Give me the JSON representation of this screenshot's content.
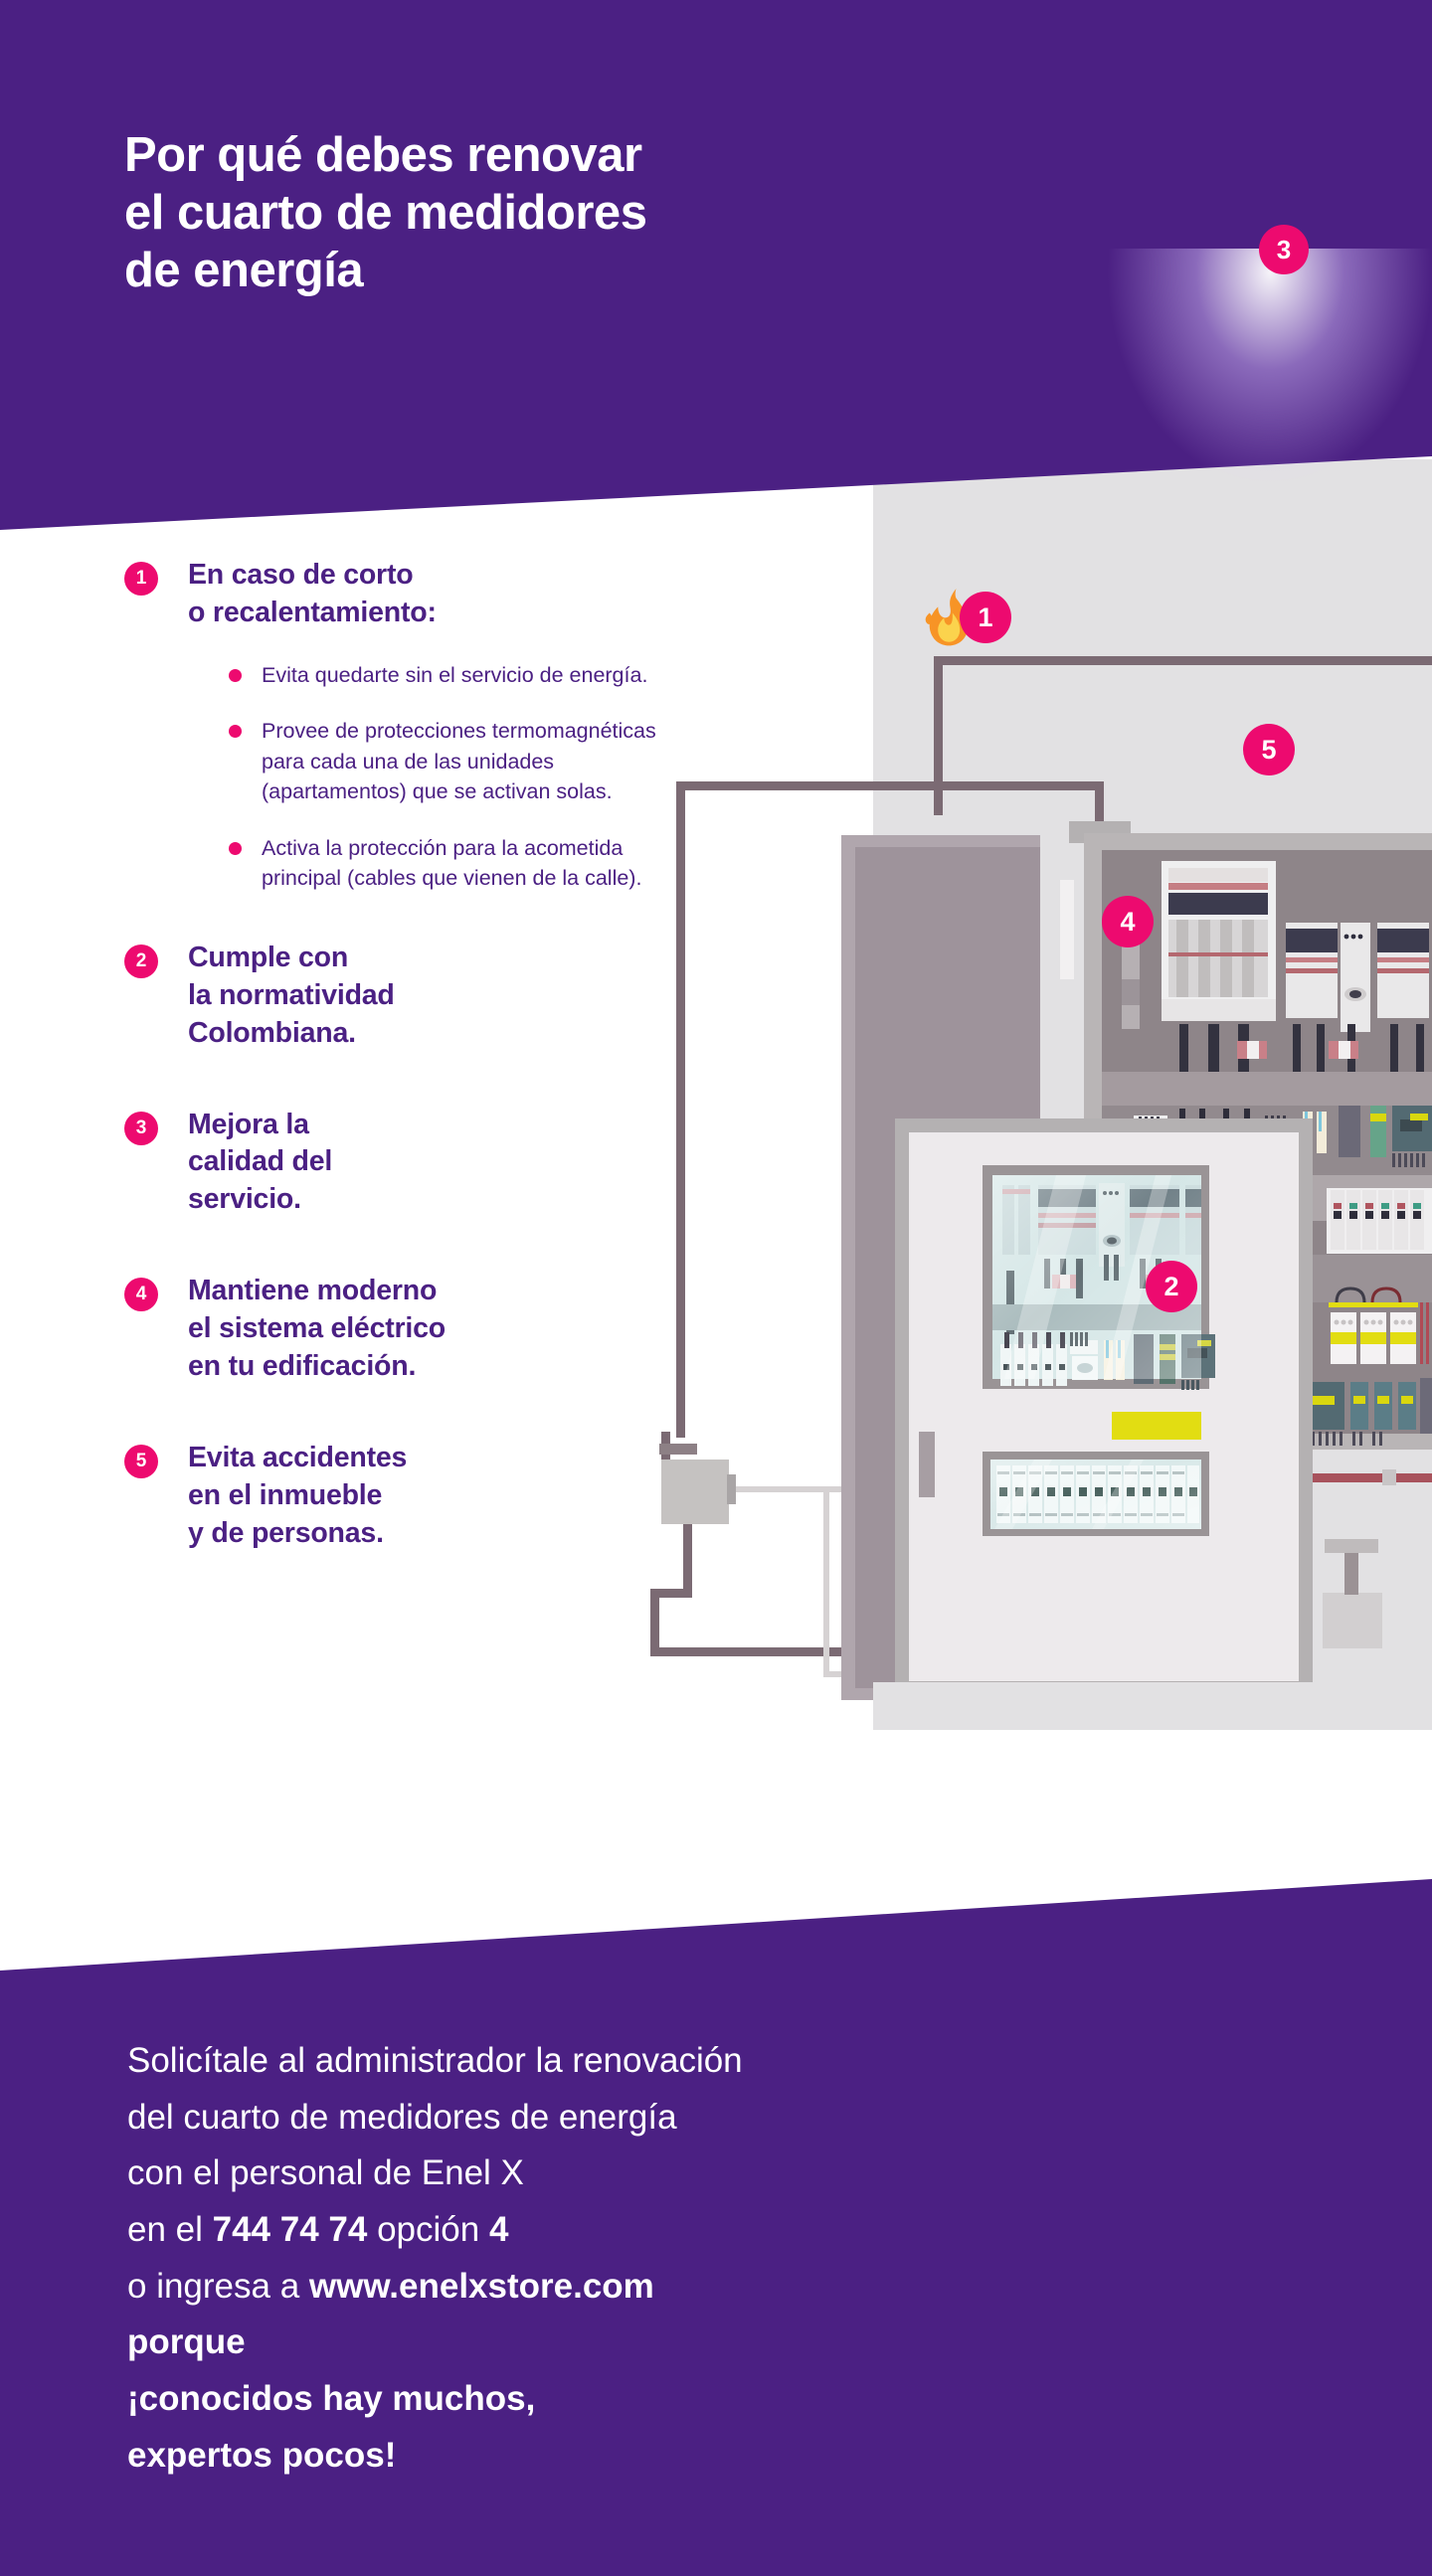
{
  "header": {
    "title": "Por qué debes renovar\nel cuarto de medidores\nde energía",
    "background_color": "#4b2083"
  },
  "accent": {
    "magenta": "#ed0a6f",
    "purple": "#4b2083",
    "lamp_blue": "#4834e0",
    "wall_gray": "#e2e1e3"
  },
  "illustration": {
    "lamp_marker": "3",
    "flame_marker": "1",
    "wall_marker": "5",
    "breaker_marker": "4",
    "cabinet_marker": "2",
    "icons": {
      "flame": "flame-icon",
      "lamp": "pendant-lamp-icon",
      "junction_box": "junction-box-icon"
    }
  },
  "list": {
    "items": [
      {
        "number": "1",
        "title": "En caso de corto\no recalentamiento:",
        "bullets": [
          "Evita quedarte sin el servicio de energía.",
          "Provee de protecciones termomagnéticas\npara cada una de las unidades\n(apartamentos) que se activan solas.",
          "Activa la protección para la acometida\nprincipal (cables que vienen de la calle)."
        ]
      },
      {
        "number": "2",
        "title": "Cumple con\nla normatividad\nColombiana.",
        "bullets": []
      },
      {
        "number": "3",
        "title": "Mejora la\ncalidad del\nservicio.",
        "bullets": []
      },
      {
        "number": "4",
        "title": "Mantiene moderno\nel sistema eléctrico\nen tu edificación.",
        "bullets": []
      },
      {
        "number": "5",
        "title": "Evita accidentes\nen el inmueble\ny de personas.",
        "bullets": []
      }
    ]
  },
  "footer": {
    "line1": "Solicítale al administrador la renovación",
    "line2": "del cuarto de medidores de energía",
    "line3": "con el personal de Enel X",
    "line4_pre": "en el ",
    "line4_phone": "744 74 74",
    "line4_mid": " opción ",
    "line4_option": "4",
    "line5_pre": "o ingresa a ",
    "line5_site": "www.enelxstore.com",
    "line6": "porque",
    "line7": "¡conocidos hay muchos,",
    "line8": "expertos pocos!"
  }
}
